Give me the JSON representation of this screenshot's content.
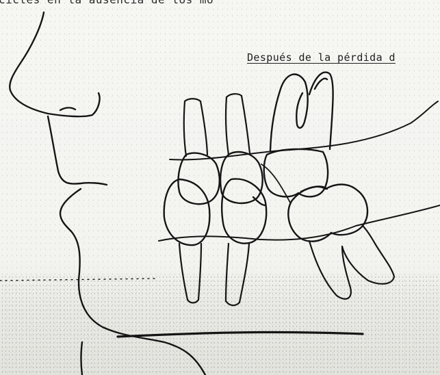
{
  "document": {
    "top_caption": "cicles en la ausencia de los mo",
    "heading": "Después de la pérdida d"
  },
  "figure": {
    "subject": "face-profile-with-dental-occlusion",
    "ink_color": "#151515",
    "paper_color": "#f4f4f1"
  }
}
